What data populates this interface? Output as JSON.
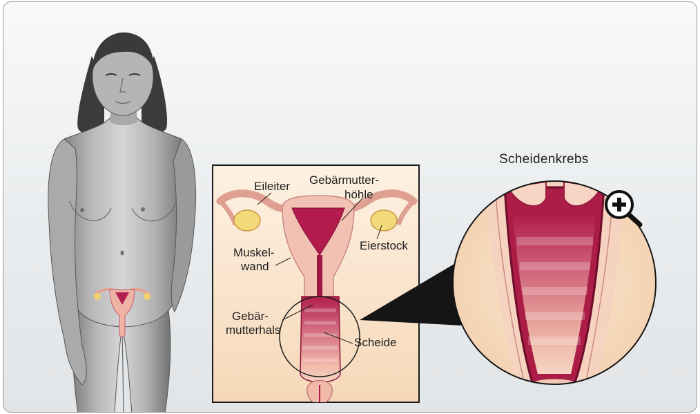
{
  "title": "Scheidenkrebs",
  "labels": {
    "eileiter": "Eileiter",
    "hoehle_1": "Gebärmutter-",
    "hoehle_2": "höhle",
    "muskel_1": "Muskel-",
    "muskel_2": "wand",
    "eierstock": "Eierstock",
    "hals_1": "Gebär-",
    "hals_2": "mutterhals",
    "scheide": "Scheide"
  },
  "icons": {
    "zoom": "zoom-in-magnifier-icon"
  },
  "colors": {
    "tissue_pink": "#e8a59a",
    "cavity_crimson": "#b21a4c",
    "ovary_yellow": "#f2d779",
    "inset_bg": "#fbe7cf",
    "dark_wedge": "#151515"
  }
}
